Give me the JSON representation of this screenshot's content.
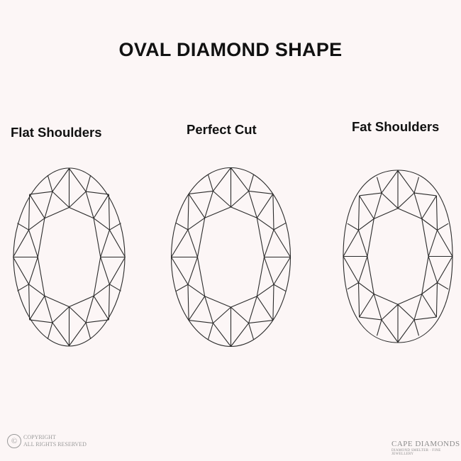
{
  "title": "OVAL DIAMOND SHAPE",
  "shapes": [
    {
      "label": "Flat Shoulders"
    },
    {
      "label": "Perfect Cut"
    },
    {
      "label": "Fat Shoulders"
    }
  ],
  "footer": {
    "copyright_line1": "COPYRIGHT",
    "copyright_line2": "ALL RIGHTS RESERVED",
    "brand_name": "CAPE DIAMONDS",
    "brand_tagline": "DIAMOND SMELTER · FINE JEWELLERY"
  },
  "colors": {
    "background": "#fcf6f6",
    "line": "#2a2a2a",
    "watermark": "#9a9a9a"
  },
  "icons": [
    "copyright-icon",
    "diamond-logo-icon"
  ]
}
